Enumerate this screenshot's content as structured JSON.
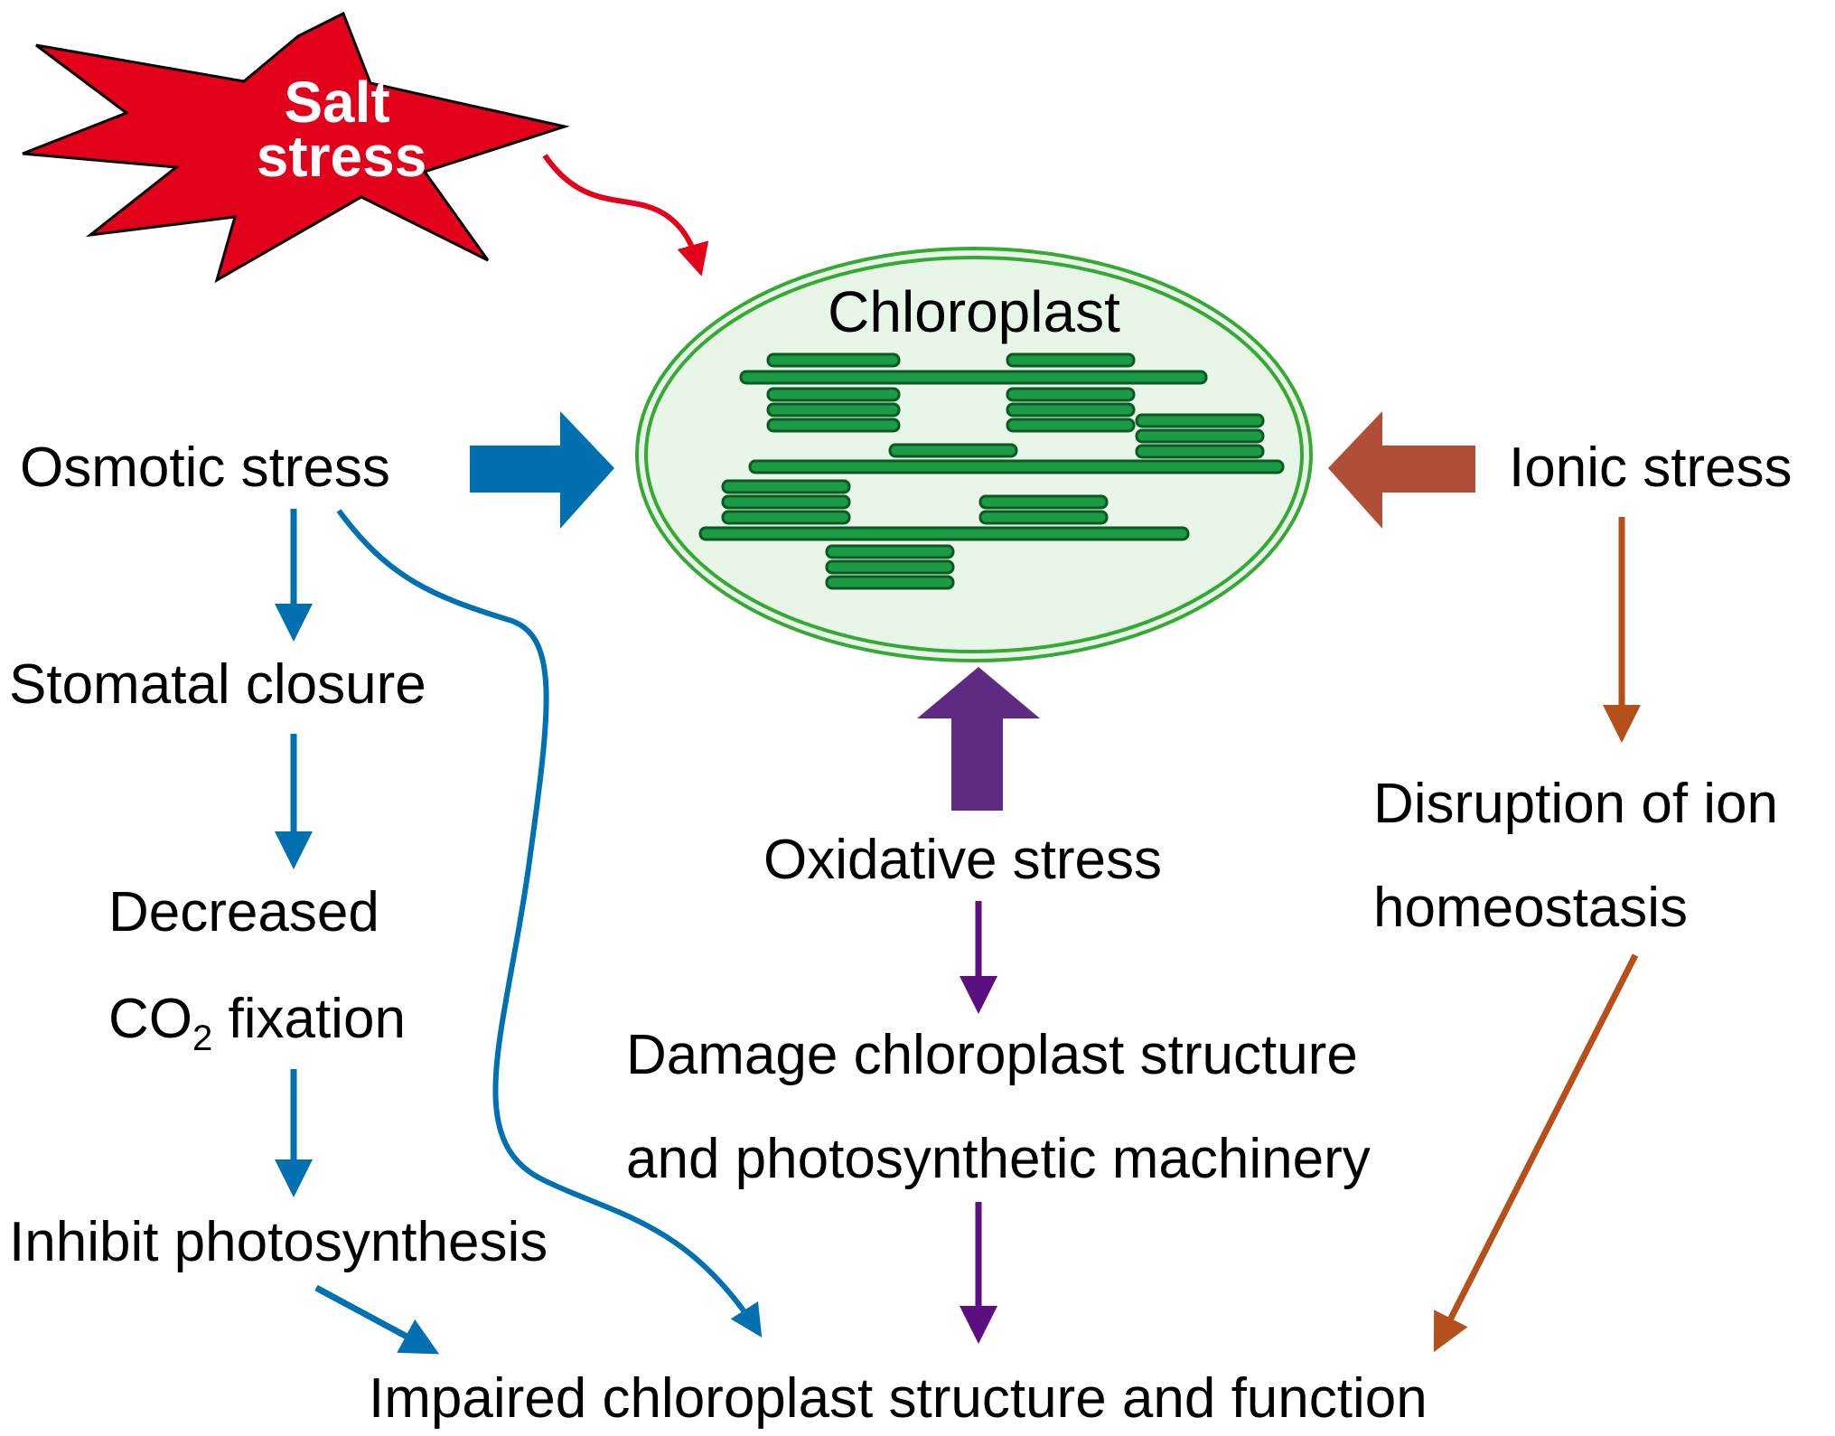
{
  "colors": {
    "salt": "#e3001b",
    "osmotic": "#0070b0",
    "ionic": "#b5501a",
    "ionic_block": "#b04e38",
    "oxidative": "#5e2a82",
    "oxidative_thin": "#5c0f7e",
    "chloroplast_fill": "#e8f6e8",
    "chloroplast_line": "#35a835",
    "thylakoid": "#1b9b45",
    "thylakoid_edge": "#0c5a22"
  },
  "salt_stress": {
    "line1": "Salt",
    "line2": "stress"
  },
  "chloroplast": {
    "label": "Chloroplast"
  },
  "osmotic": {
    "stress": "Osmotic stress",
    "stomatal": "Stomatal closure",
    "decreased": "Decreased",
    "co2_prefix": "CO",
    "co2_sub": "2",
    "co2_suffix": " fixation",
    "inhibit": "Inhibit photosynthesis"
  },
  "ionic": {
    "stress": "Ionic stress",
    "disruption_line1": "Disruption of ion",
    "disruption_line2": "homeostasis"
  },
  "oxidative": {
    "stress": "Oxidative stress",
    "damage_line1": "Damage chloroplast structure",
    "damage_line2": "and photosynthetic machinery"
  },
  "outcome": {
    "label": "Impaired chloroplast structure and function"
  }
}
